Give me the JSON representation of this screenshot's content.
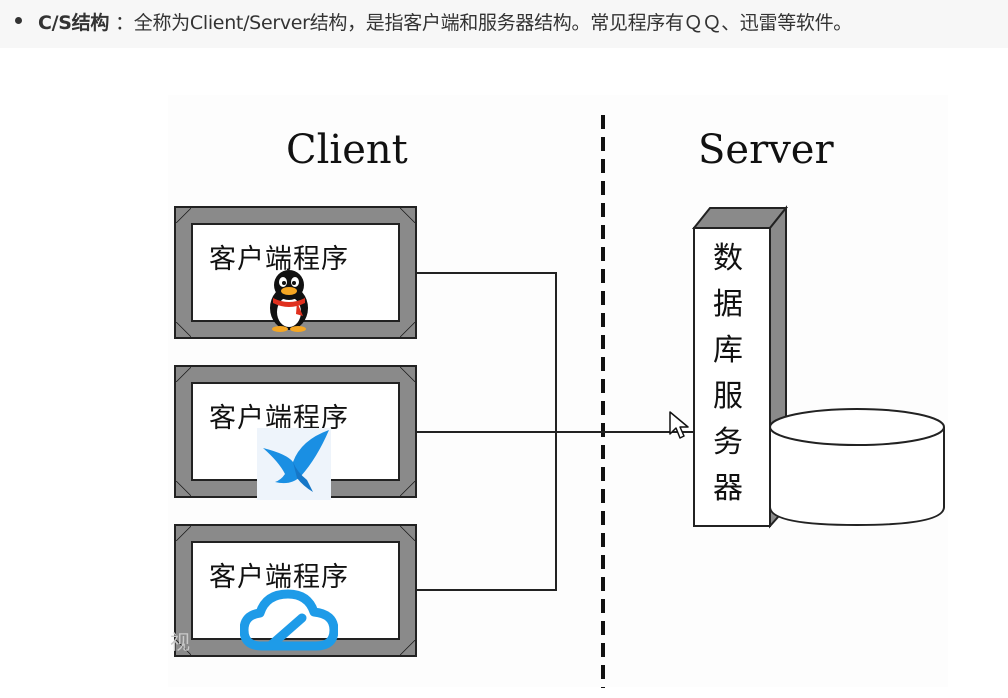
{
  "header": {
    "term": "C/S结构",
    "description": "：全称为Client/Server结构，是指客户端和服务器结构。常见程序有ＱＱ、迅雷等软件。"
  },
  "diagram": {
    "client_heading": "Client",
    "server_heading": "Server",
    "clients": [
      {
        "label": "客户端程序",
        "icon": "qq-penguin-icon"
      },
      {
        "label": "客户端程序",
        "icon": "xunlei-bird-icon"
      },
      {
        "label": "客户端程序",
        "icon": "cloud-icon"
      }
    ],
    "server_label": "数据库服务器",
    "watermark_text": "视"
  },
  "colors": {
    "bezel": "#8a8a8a",
    "line": "#222222",
    "bird_blue": "#1a8fe3",
    "cloud_blue": "#1e9be8",
    "scarf_red": "#e0301e",
    "beak_orange": "#f5a623"
  }
}
